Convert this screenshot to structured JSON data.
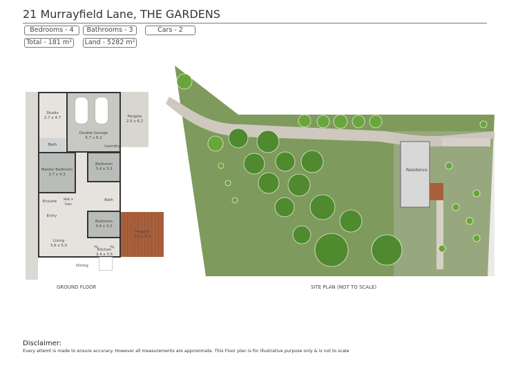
{
  "header": {
    "title": "21 Murrayfield Lane, THE GARDENS"
  },
  "badges": [
    "Bedrooms - 4",
    "Bathrooms - 3",
    "Cars - 2",
    "Total - 181 m²",
    "Land - 5282 m²"
  ],
  "floor_plan": {
    "caption": "GROUND FLOOR",
    "rooms": [
      {
        "name": "Studio",
        "size": "2.7 x 4.7"
      },
      {
        "name": "Double Garage",
        "size": "5.7 x 6.2"
      },
      {
        "name": "Pergola",
        "size": "2.5 x 6.2"
      },
      {
        "name": "Bath",
        "size": ""
      },
      {
        "name": "Laundry",
        "size": ""
      },
      {
        "name": "Master Bedroom",
        "size": "3.7 x 4.3"
      },
      {
        "name": "Bedroom",
        "size": "3.4 x 3.3"
      },
      {
        "name": "Ensuite",
        "size": ""
      },
      {
        "name": "Walk in Robe",
        "size": ""
      },
      {
        "name": "Bath",
        "size": ""
      },
      {
        "name": "Entry",
        "size": ""
      },
      {
        "name": "Bedroom",
        "size": "3.4 x 3.2"
      },
      {
        "name": "Pergola",
        "size": "3.0 x 5.0"
      },
      {
        "name": "Living",
        "size": "3.6 x 5.0"
      },
      {
        "name": "Kitchen",
        "size": "3.4 x 3.5"
      },
      {
        "name": "Dining",
        "size": ""
      }
    ],
    "pantry_labels": [
      "Pty",
      "Pty"
    ]
  },
  "site_plan": {
    "caption": "SITE PLAN (NOT TO SCALE)",
    "residence_label": "Residence"
  },
  "disclaimer": {
    "heading": "Disclaimer:",
    "text": "Every attemt is made to ensure accuracy. However all measurements are approximate. This Floor plan is for illustrative purpose only & is not to scale"
  },
  "colors": {
    "grass": "#7e9a5c",
    "path": "#cfc8bf",
    "floor": "#e4e1dd",
    "room_dark": "#b9bcb8",
    "deck": "#a8603c"
  }
}
